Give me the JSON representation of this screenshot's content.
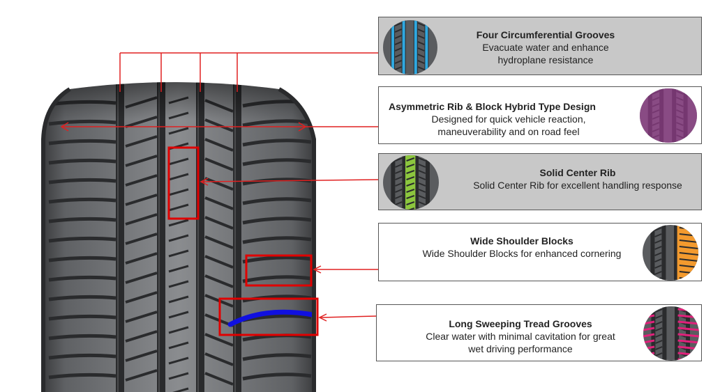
{
  "features": [
    {
      "title": "Four Circumferential Grooves",
      "desc_lines": [
        "Evacuate water and enhance",
        "hydroplane resistance"
      ],
      "accent_color": "#2fa8e0",
      "background": "#c8c8c8"
    },
    {
      "title": "Asymmetric Rib & Block Hybrid Type Design",
      "desc_lines": [
        "Designed for quick vehicle reaction,",
        "maneuverability and on road feel"
      ],
      "accent_color": "#a8409c",
      "background": "#ffffff"
    },
    {
      "title": "Solid Center Rib",
      "desc_lines": [
        "Solid Center Rib for excellent handling response"
      ],
      "accent_color": "#8cc63e",
      "background": "#c8c8c8"
    },
    {
      "title": "Wide Shoulder Blocks",
      "desc_lines": [
        "Wide Shoulder Blocks for enhanced cornering"
      ],
      "accent_color": "#f39a2e",
      "background": "#ffffff"
    },
    {
      "title": "Long Sweeping Tread Grooves",
      "desc_lines": [
        "Clear water with minimal cavitation for great",
        "wet driving performance"
      ],
      "accent_color": "#e0207a",
      "background": "#ffffff"
    }
  ],
  "colors": {
    "callout_line": "#e02020",
    "highlight_box": "#e00000",
    "sweep_groove": "#1010e0",
    "tire_tread": "#6b6d70",
    "tire_groove": "#2a2b2d"
  },
  "icons": [
    "tread-thumbnail-icon"
  ]
}
